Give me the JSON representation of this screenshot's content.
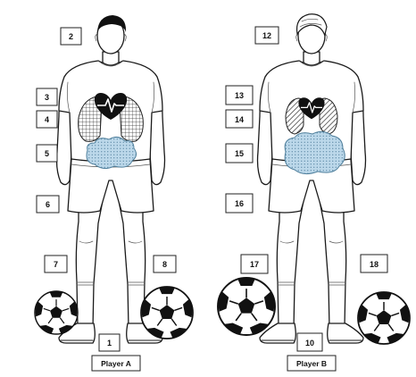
{
  "players": [
    {
      "name": "Player A"
    },
    {
      "name": "Player B"
    }
  ],
  "labels": [
    "1",
    "2",
    "3",
    "4",
    "5",
    "6",
    "7",
    "8",
    "10",
    "12",
    "13",
    "14",
    "15",
    "16",
    "17",
    "18"
  ],
  "icons": {
    "hair_a": "short-dark-hair",
    "hair_b": "short-light-hair",
    "heart": "heart-ecg-icon",
    "lungs": "lungs-icon",
    "stomach": "stomach-icon",
    "ball": "soccer-ball-icon"
  },
  "colors": {
    "stomach_fill": "#bcd8ea",
    "outline": "#1a1a1a"
  }
}
